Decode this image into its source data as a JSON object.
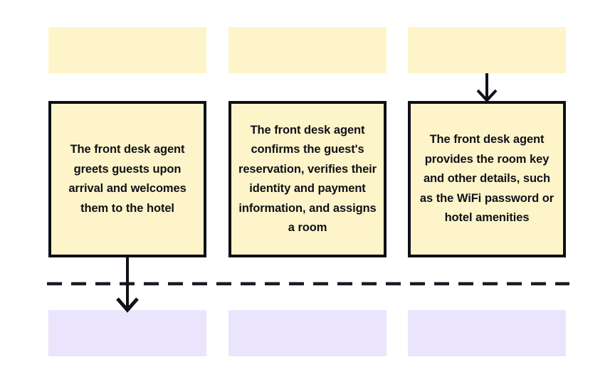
{
  "diagram": {
    "type": "flowchart",
    "title": "",
    "background_color": "#ffffff",
    "palette": {
      "box_fill": "#fdf5c9",
      "box_border": "#0f0f18",
      "ghost_top_fill": "#fdf5c9",
      "ghost_bottom_fill": "#eae5fc",
      "arrow_color": "#101018",
      "separator_color": "#1a1a24",
      "text_color": "#101018"
    },
    "columns": [
      {
        "id": "column-1",
        "ghost_top_label": "",
        "step": {
          "label": "The front desk agent greets guests upon arrival and welcomes them to the hotel",
          "lines": [
            "The front desk agent",
            "greets guests upon",
            "arrival and welcomes",
            "them to the hotel"
          ]
        },
        "ghost_bottom_label": ""
      },
      {
        "id": "column-2",
        "ghost_top_label": "",
        "step": {
          "label": "The front desk agent confirms the guest's reservation, verifies their identity and payment information, and assigns a room",
          "lines": [
            "The front desk agent",
            "confirms the guest's",
            "reservation, verifies",
            "their identity and",
            "payment information,",
            "and assigns a room"
          ]
        },
        "ghost_bottom_label": ""
      },
      {
        "id": "column-3",
        "ghost_top_label": "",
        "step": {
          "label": "The front desk agent provides the room key and other details, such as the WiFi password or hotel amenities",
          "lines": [
            "The front desk agent",
            "provides the room",
            "key and other details,",
            "such as the WiFi",
            "password or hotel",
            "amenities"
          ]
        },
        "ghost_bottom_label": ""
      }
    ],
    "connectors": [
      {
        "id": "arrow-top-to-step-3",
        "name": "down-arrow-icon",
        "direction": "down",
        "from": "ghost-top-3",
        "to": "step-box-3"
      },
      {
        "id": "arrow-step-1-to-bottom",
        "name": "down-arrow-icon",
        "direction": "down",
        "from": "step-box-1",
        "to": "ghost-bottom-1"
      }
    ],
    "separator": {
      "id": "dashed-separator",
      "style": "dashed",
      "orientation": "horizontal"
    }
  }
}
